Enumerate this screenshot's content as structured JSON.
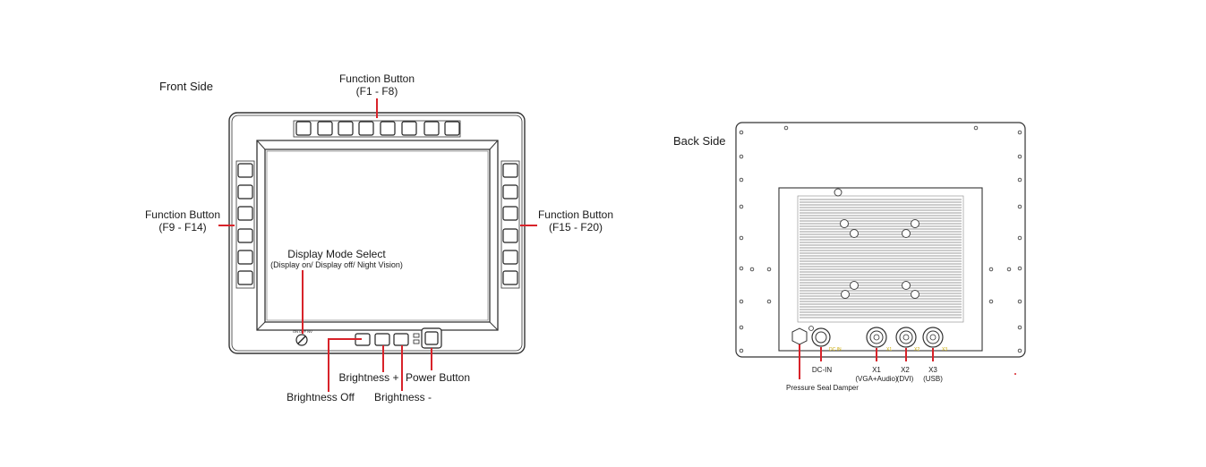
{
  "front": {
    "title": "Front Side",
    "top_buttons": {
      "label_line1": "Function Button",
      "label_line2": "(F1 - F8)"
    },
    "left_buttons": {
      "label_line1": "Function Button",
      "label_line2": "(F9 - F14)"
    },
    "right_buttons": {
      "label_line1": "Function Button",
      "label_line2": "(F15 - F20)"
    },
    "display_mode": {
      "label_line1": "Display Mode Select",
      "label_line2": "(Display on/ Display off/ Night Vision)",
      "switch_marks": "ON OFF NV"
    },
    "brightness_off": "Brightness Off",
    "brightness_plus": "Brightness +",
    "brightness_minus": "Brightness -",
    "power": "Power Button"
  },
  "back": {
    "title": "Back Side",
    "pressure_seal": "Pressure Seal Damper",
    "dc_in": "DC-IN",
    "dc_in_mark": "DC IN",
    "x1": "X1",
    "x1_sub": "(VGA+Audio)",
    "x2": "X2",
    "x2_sub": "(DVI)",
    "x3": "X3",
    "x3_sub": "(USB)",
    "x1_mark": "X1",
    "x2_mark": "X2",
    "x3_mark": "X3"
  },
  "colors": {
    "callout": "#d8232a",
    "outline": "#333333",
    "connector_mark": "#c9a800"
  }
}
